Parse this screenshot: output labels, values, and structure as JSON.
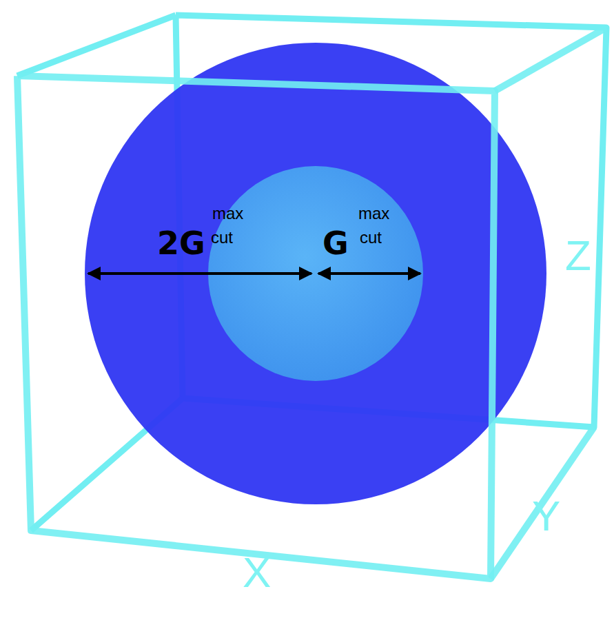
{
  "diagram": {
    "labels": [
      "2G",
      "max",
      "cut",
      "G",
      "max",
      "cut",
      "X",
      "Y",
      "Z"
    ]
  }
}
